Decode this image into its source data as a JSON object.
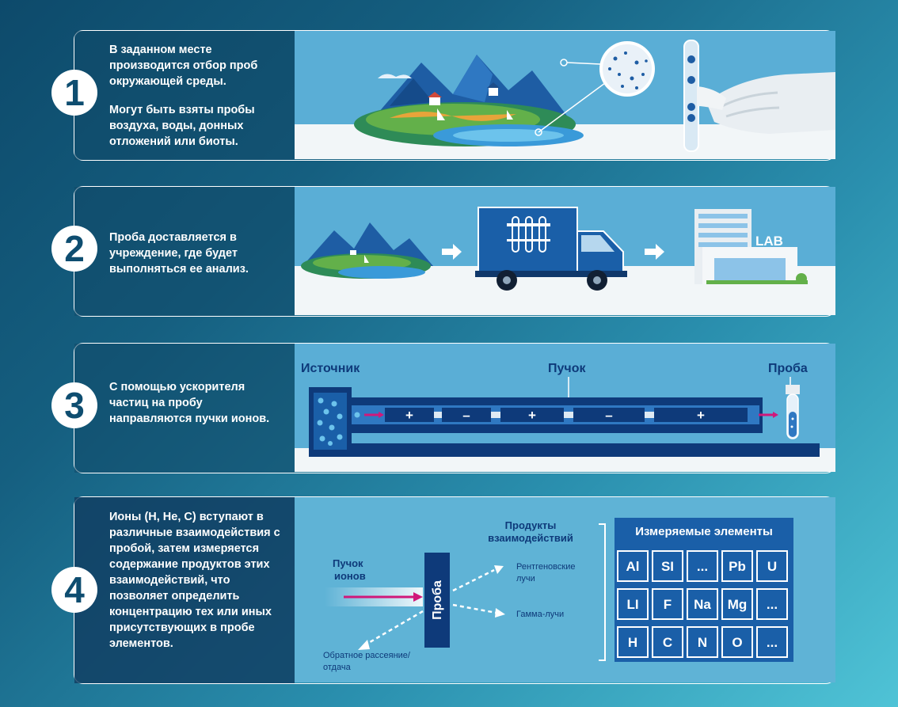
{
  "steps": [
    {
      "number": "1",
      "paragraphs": [
        "В заданном месте производится отбор проб окружающей среды.",
        "Могут быть взяты пробы воздуха, воды, донных отложений или биоты."
      ]
    },
    {
      "number": "2",
      "paragraphs": [
        "Проба доставляется в учреждение, где будет выполняться ее анализ."
      ],
      "lab_sign": "LAB"
    },
    {
      "number": "3",
      "paragraphs": [
        "С помощью ускорителя частиц на пробу направляются пучки ионов."
      ],
      "labels": {
        "source": "Источник",
        "beam": "Пучок",
        "sample": "Проба"
      },
      "charges": [
        "+",
        "–",
        "+",
        "–",
        "+"
      ]
    },
    {
      "number": "4",
      "paragraphs": [
        "Ионы (H, He, C) вступают в различные взаимодействия с пробой, затем измеряется содержание продуктов этих взаимодействий, что позволяет определить концентрацию тех или иных присутствующих в пробе элементов."
      ],
      "ion_beam": [
        "Пучок",
        "ионов"
      ],
      "sample_label": "Проба",
      "products_title": [
        "Продукты",
        "взаимодействий"
      ],
      "xray": [
        "Рентгеновские",
        "лучи"
      ],
      "gamma": "Гамма-лучи",
      "backscatter": [
        "Обратное рассеяние/",
        "отдача"
      ],
      "elements_title": "Измеряемые элементы",
      "elements": [
        [
          "Al",
          "SI",
          "...",
          "Pb",
          "U"
        ],
        [
          "LI",
          "F",
          "Na",
          "Mg",
          "..."
        ],
        [
          "H",
          "C",
          "N",
          "O",
          "..."
        ]
      ]
    }
  ],
  "colors": {
    "navy": "#0e3a7a",
    "blue": "#1a5fa8",
    "light_panel": "#5fb3d6",
    "magenta": "#d0187a"
  }
}
